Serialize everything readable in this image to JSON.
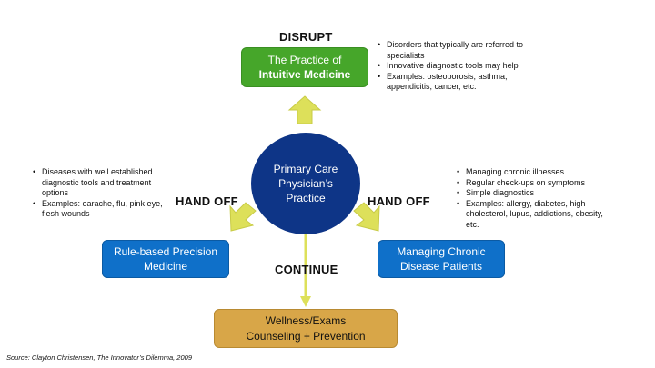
{
  "labels": {
    "disrupt": "DISRUPT",
    "hand_off_left": "HAND OFF",
    "hand_off_right": "HAND OFF",
    "continue": "CONTINUE"
  },
  "center": {
    "lines": [
      "Primary Care",
      "Physician’s",
      "Practice"
    ]
  },
  "boxes": {
    "top": {
      "line1": "The Practice of",
      "line2": "Intuitive Medicine"
    },
    "left": {
      "line1": "Rule-based Precision",
      "line2": "Medicine"
    },
    "right": {
      "line1": "Managing Chronic",
      "line2": "Disease Patients"
    },
    "bottom": {
      "line1": "Wellness/Exams",
      "line2": "Counseling + Prevention"
    }
  },
  "notes": {
    "top": [
      "Disorders that typically are referred to specialists",
      "Innovative diagnostic tools may help",
      "Examples: osteoporosis, asthma, appendicitis, cancer, etc."
    ],
    "left": [
      "Diseases with well established diagnostic tools and treatment options",
      "Examples: earache, flu, pink eye, flesh wounds"
    ],
    "right": [
      "Managing chronic illnesses",
      "Regular check-ups on symptoms",
      "Simple diagnostics",
      "Examples: allergy, diabetes, high cholesterol, lupus, addictions, obesity, etc."
    ]
  },
  "source": "Source: Clayton Christensen, The Innovator’s Dilemma, 2009",
  "colors": {
    "green": "#46a62a",
    "blue": "#0f70c9",
    "navy": "#0e3587",
    "gold": "#d8a648",
    "arrow": "#dde05a"
  }
}
